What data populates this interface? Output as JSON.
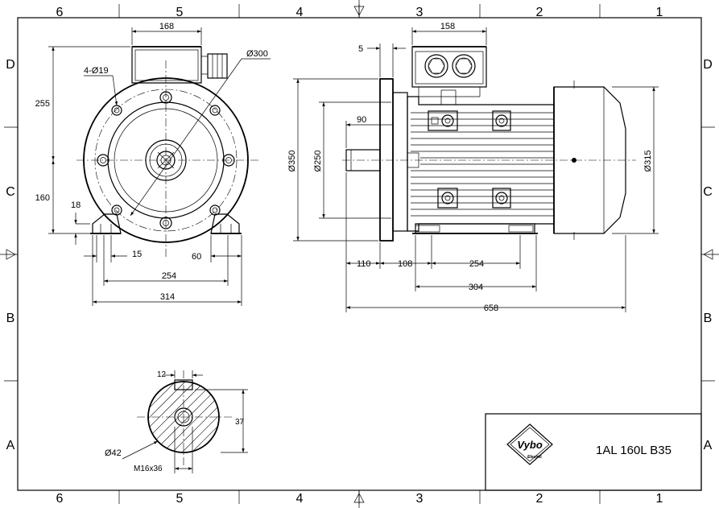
{
  "zones": {
    "columns": [
      "6",
      "5",
      "4",
      "3",
      "2",
      "1"
    ],
    "rows": [
      "D",
      "C",
      "B",
      "A"
    ]
  },
  "front_view": {
    "dims": {
      "terminal_width": "168",
      "holes": "4-Ø19",
      "flange_pcd": "Ø300",
      "shaft_height_top": "255",
      "shaft_height": "160",
      "foot_height": "18",
      "foot_slot": "15",
      "foot_width": "60",
      "foot_spacing": "254",
      "overall_width": "314"
    }
  },
  "side_view": {
    "dims": {
      "flange_thickness": "5",
      "box_width": "158",
      "shaft_length": "90",
      "flange_dia": "Ø350",
      "spigot_dia": "Ø250",
      "frame_dia": "Ø315",
      "shaft_ext": "110",
      "flange_to_foot": "108",
      "foot_holes_spacing": "254",
      "foot_length": "304",
      "overall_length": "658"
    }
  },
  "shaft_section": {
    "dims": {
      "key_width": "12",
      "key_height": "37",
      "shaft_dia": "Ø42",
      "thread": "M16x36"
    }
  },
  "title_block": {
    "logo_text": "Vybo",
    "logo_sub": "Electric",
    "model": "1AL 160L B35"
  }
}
